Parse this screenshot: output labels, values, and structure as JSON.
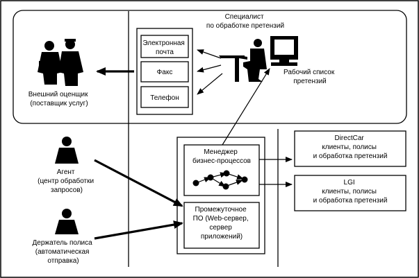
{
  "specialist_label": [
    "Специалист",
    "по обработке претензий"
  ],
  "channels": {
    "email": [
      "Электронная",
      "почта"
    ],
    "fax": [
      "Факс"
    ],
    "phone": [
      "Телефон"
    ]
  },
  "worklist_label": [
    "Рабочий список",
    "претензий"
  ],
  "external_appraiser_label": [
    "Внешний оценщик",
    "(поставщик услуг)"
  ],
  "agent_label": [
    "Агент",
    "(центр обработки",
    "запросов)"
  ],
  "policyholder_label": [
    "Держатель полиса",
    "(автоматическая",
    "отправка)"
  ],
  "bpm_label": [
    "Менеджер",
    "бизнес-процессов"
  ],
  "middleware_label": [
    "Промежуточное",
    "ПО (Web-сервер,",
    "сервер",
    "приложений)"
  ],
  "directcar_label": [
    "DirectCar",
    "клиенты, полисы",
    "и обработка претензий"
  ],
  "lgi_label": [
    "LGI",
    "клиенты, полисы",
    "и обработка претензий"
  ]
}
